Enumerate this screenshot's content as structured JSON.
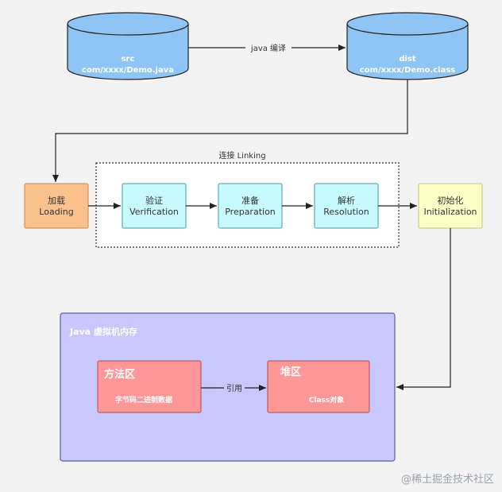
{
  "src": {
    "line1": "src",
    "line2": "com/xxxx/Demo.java"
  },
  "dist": {
    "line1": "dist",
    "line2": "com/xxxx/Demo.class"
  },
  "compile_label": "java 编译",
  "linking_title": "连接 Linking",
  "stages": {
    "loading": {
      "zh": "加载",
      "en": "Loading"
    },
    "verification": {
      "zh": "验证",
      "en": "Verification"
    },
    "preparation": {
      "zh": "准备",
      "en": "Preparation"
    },
    "resolution": {
      "zh": "解析",
      "en": "Resolution"
    },
    "initialization": {
      "zh": "初始化",
      "en": "Initialization"
    }
  },
  "jvm": {
    "title": "Java 虚拟机内存",
    "method_area": {
      "title": "方法区",
      "content": "字节码二进制数据"
    },
    "heap": {
      "title": "堆区",
      "content": "Class对象"
    },
    "reference_label": "引用"
  },
  "watermark": "@稀土掘金技术社区",
  "colors": {
    "db_fill": "#8ec5f5",
    "db_stroke": "#222222",
    "loading_fill": "#fcc28e",
    "loading_stroke": "#c8864a",
    "linking_fill": "#c8fbff",
    "linking_stroke": "#3e9ea8",
    "init_fill": "#ffffc8",
    "init_stroke": "#c9c27a",
    "jvm_fill": "#c8c8ff",
    "jvm_stroke": "#5a5aa8",
    "area_fill": "#ff9797",
    "area_stroke": "#b84848"
  }
}
